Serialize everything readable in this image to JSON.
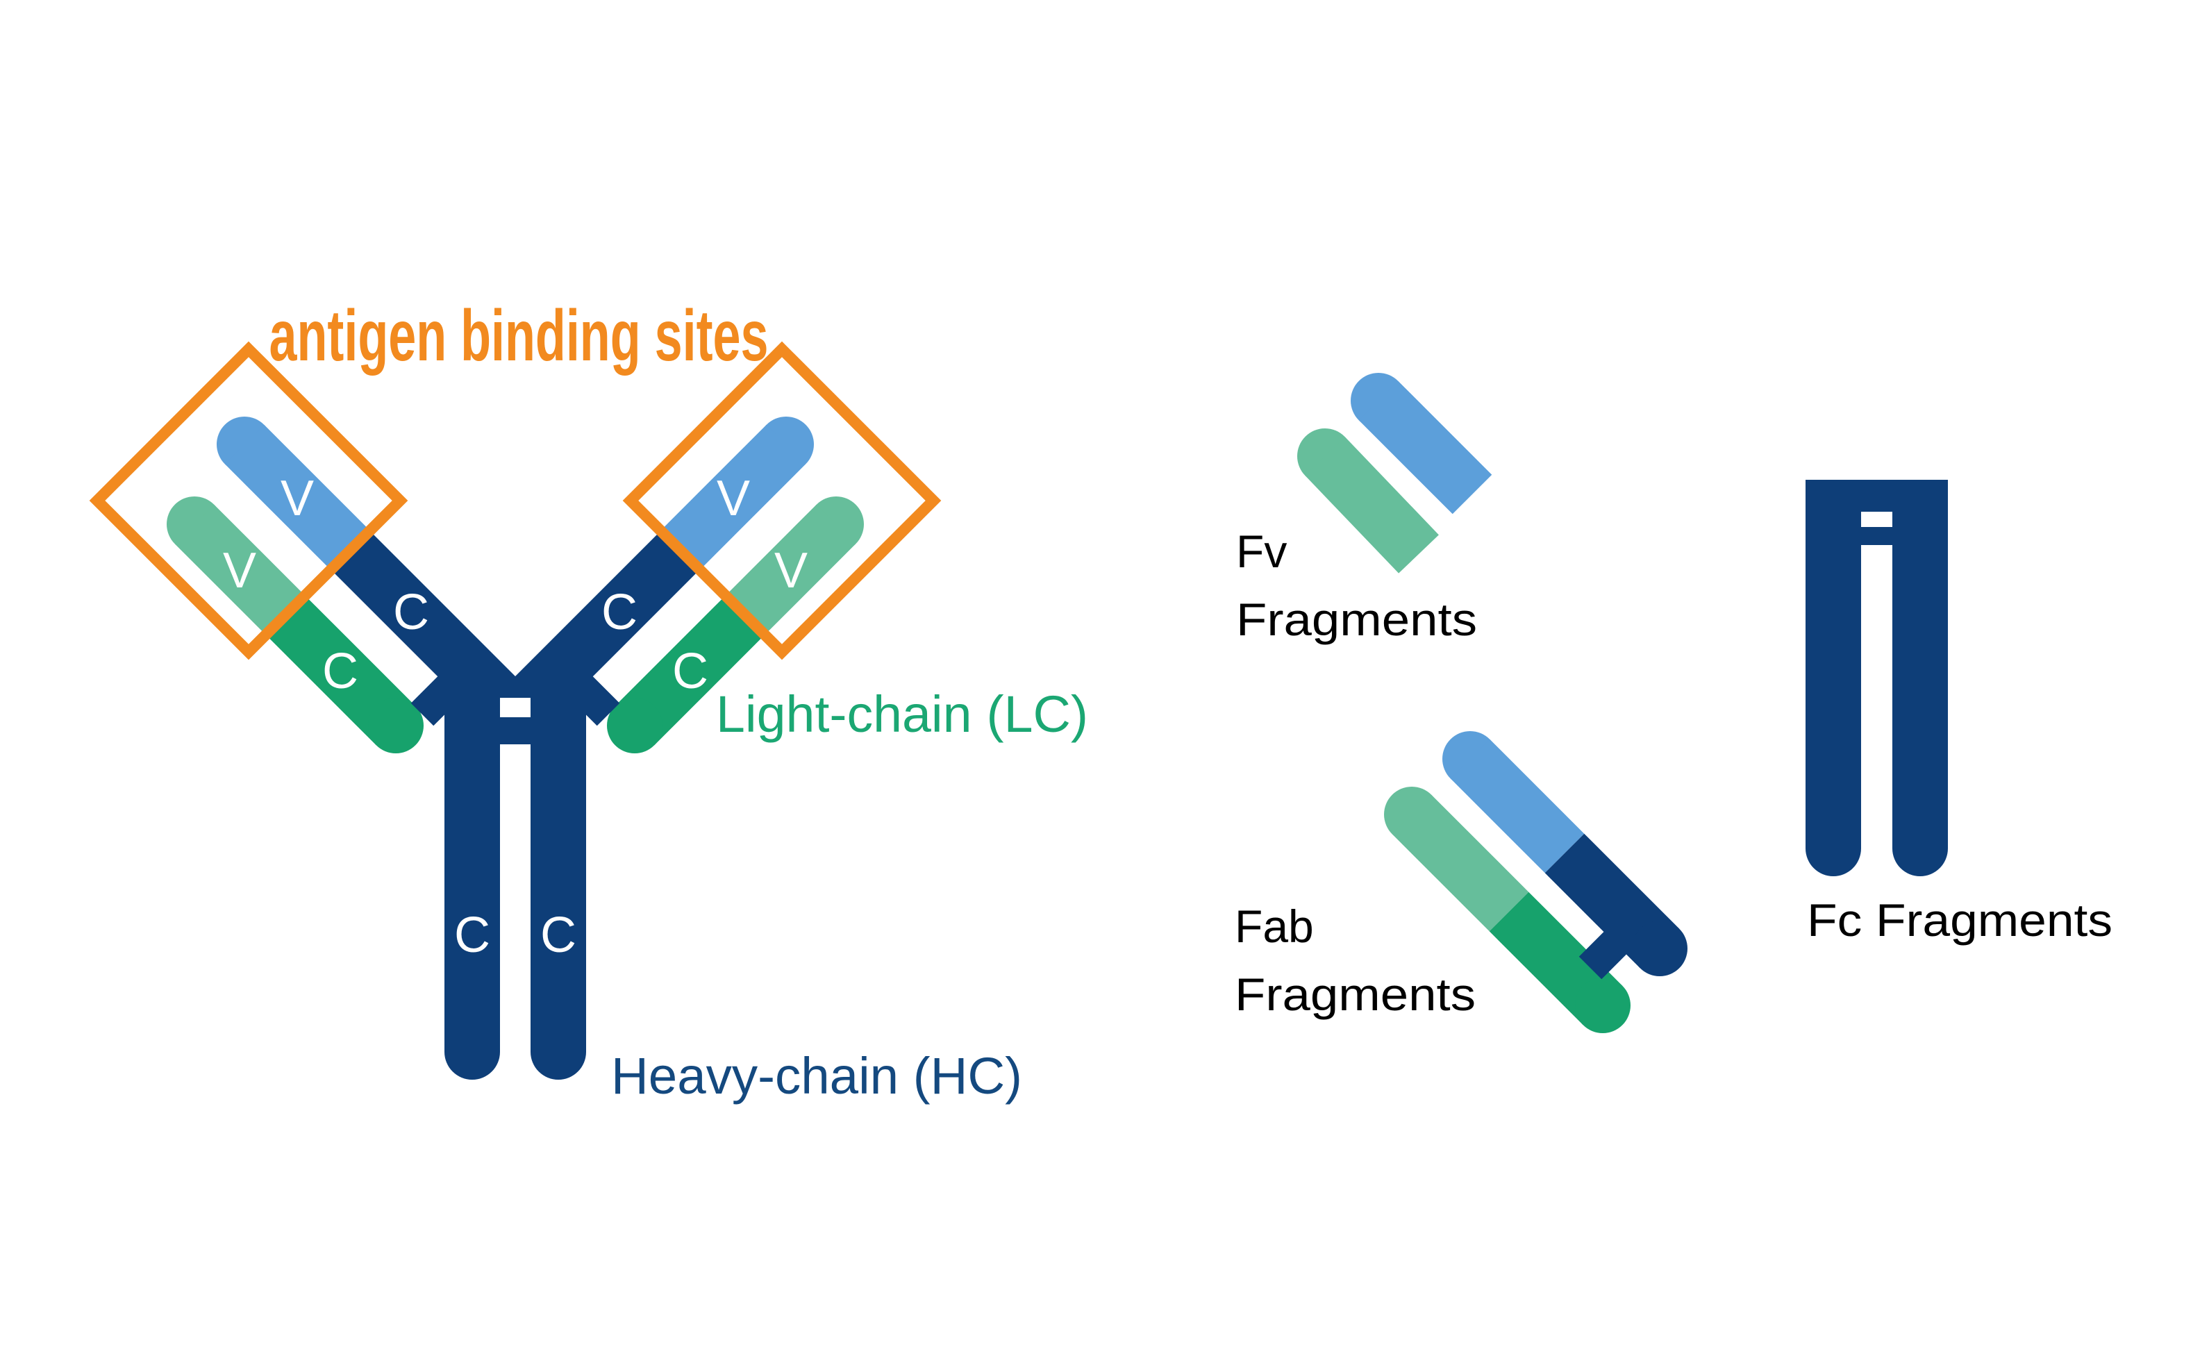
{
  "colors": {
    "navy": "#0E3E78",
    "light_blue": "#5C9FDA",
    "light_green": "#66BE9B",
    "dark_green": "#17A26C",
    "orange": "#F28A1F",
    "green_text": "#1BA773",
    "heavy_text": "#14497F",
    "black": "#000000",
    "white": "#FFFFFF"
  },
  "title": "antigen binding sites",
  "antibody": {
    "light_chain_label": "Light-chain (LC)",
    "heavy_chain_label": "Heavy-chain (HC)",
    "variable_letter": "V",
    "constant_letter": "C"
  },
  "fragments": {
    "fv": {
      "name_line1": "Fv",
      "name_line2": "Fragments"
    },
    "fab": {
      "name_line1": "Fab",
      "name_line2": "Fragments"
    },
    "fc": {
      "name": "Fc Fragments"
    }
  }
}
